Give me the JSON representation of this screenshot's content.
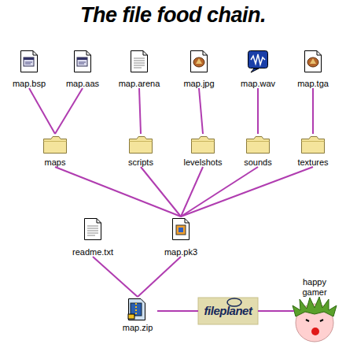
{
  "diagram": {
    "title": "The file food chain.",
    "nodes": [
      {
        "text": [
          "map.bsp"
        ]
      },
      {
        "text": [
          "map.aas"
        ]
      },
      {
        "text": [
          "map.arena"
        ]
      },
      {
        "text": [
          "map.jpg"
        ]
      },
      {
        "text": [
          "map.wav"
        ]
      },
      {
        "text": [
          "map.tga"
        ]
      },
      {
        "text": [
          "maps"
        ]
      },
      {
        "text": [
          "scripts"
        ]
      },
      {
        "text": [
          "levelshots"
        ]
      },
      {
        "text": [
          "sounds"
        ]
      },
      {
        "text": [
          "textures"
        ]
      },
      {
        "text": [
          "readme.txt"
        ]
      },
      {
        "text": [
          "map.pk3"
        ]
      },
      {
        "text": [
          "map.zip"
        ]
      },
      {
        "text": [
          "fileplanet"
        ]
      },
      {
        "text": [
          "happy gamer"
        ]
      }
    ],
    "edges": [
      {
        "from": 0,
        "to": 6,
        "arrow": "none"
      },
      {
        "from": 1,
        "to": 6,
        "arrow": "none"
      },
      {
        "from": 2,
        "to": 7,
        "arrow": "none"
      },
      {
        "from": 3,
        "to": 8,
        "arrow": "none"
      },
      {
        "from": 4,
        "to": 9,
        "arrow": "none"
      },
      {
        "from": 5,
        "to": 10,
        "arrow": "none"
      },
      {
        "from": 6,
        "to": 12,
        "arrow": "none"
      },
      {
        "from": 7,
        "to": 12,
        "arrow": "none"
      },
      {
        "from": 8,
        "to": 12,
        "arrow": "none"
      },
      {
        "from": 9,
        "to": 12,
        "arrow": "none"
      },
      {
        "from": 10,
        "to": 12,
        "arrow": "none"
      },
      {
        "from": 11,
        "to": 13,
        "arrow": "none"
      },
      {
        "from": 12,
        "to": 13,
        "arrow": "none"
      },
      {
        "from": 13,
        "to": 14,
        "arrow": "none"
      },
      {
        "from": 14,
        "to": 15,
        "arrow": "none"
      }
    ]
  }
}
